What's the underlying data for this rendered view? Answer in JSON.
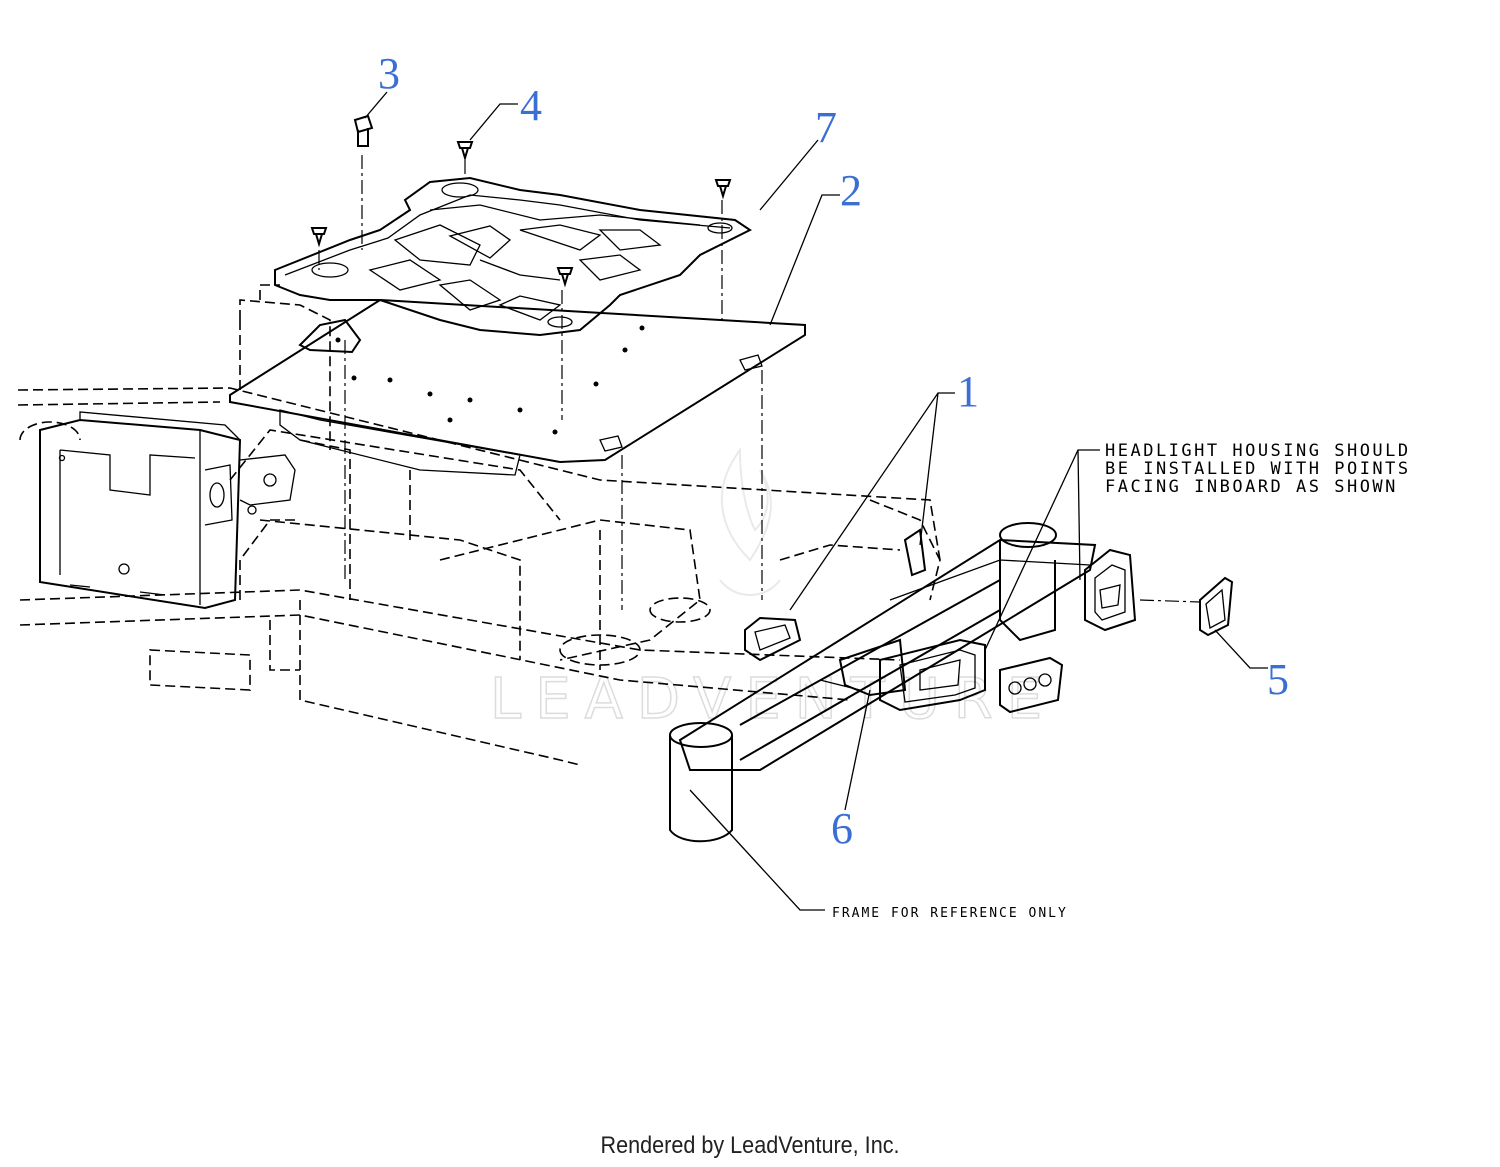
{
  "callouts": [
    {
      "id": "1",
      "label": "1"
    },
    {
      "id": "2",
      "label": "2"
    },
    {
      "id": "3",
      "label": "3"
    },
    {
      "id": "4",
      "label": "4"
    },
    {
      "id": "5",
      "label": "5"
    },
    {
      "id": "6",
      "label": "6"
    },
    {
      "id": "7",
      "label": "7"
    }
  ],
  "notes": {
    "headlight_line1": "HEADLIGHT HOUSING SHOULD",
    "headlight_line2": "BE INSTALLED WITH POINTS",
    "headlight_line3": "FACING INBOARD AS SHOWN",
    "frame_reference": "FRAME FOR REFERENCE ONLY"
  },
  "watermark": "LEADVENTURE",
  "footer": "Rendered by LeadVenture, Inc.",
  "colors": {
    "callout_blue": "#3b6fd4",
    "line": "#000000",
    "watermark": "#dcdcdc"
  }
}
